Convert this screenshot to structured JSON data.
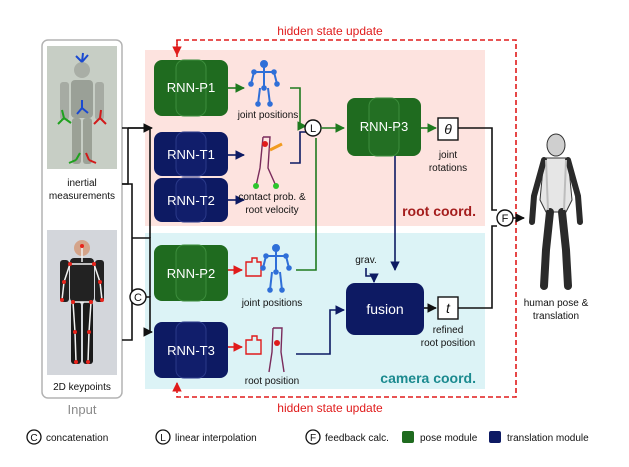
{
  "labels": {
    "hidden_top": "hidden state update",
    "hidden_bottom": "hidden state update",
    "input": "Input",
    "inertial_line1": "inertial",
    "inertial_line2": "measurements",
    "keypoints": "2D keypoints",
    "joint_positions_top": "joint positions",
    "contact_line1": "contact prob. &",
    "contact_line2": "root velocity",
    "joint_rotations_line1": "joint",
    "joint_rotations_line2": "rotations",
    "root_coord": "root coord.",
    "camera_coord": "camera coord.",
    "grav": "grav.",
    "joint_positions_bottom": "joint positions",
    "root_position": "root position",
    "refined_line1": "refined",
    "refined_line2": "root position",
    "output_line1": "human pose &",
    "output_line2": "translation",
    "theta": "θ",
    "t_symbol": "t",
    "op_c": "C",
    "op_l": "L",
    "op_f": "F"
  },
  "modules": {
    "p1": "RNN-P1",
    "t1": "RNN-T1",
    "t2": "RNN-T2",
    "p3": "RNN-P3",
    "p2": "RNN-P2",
    "t3": "RNN-T3",
    "fusion": "fusion"
  },
  "legend": {
    "c_letter": "C",
    "c_label": "concatenation",
    "l_letter": "L",
    "l_label": "linear interpolation",
    "f_letter": "F",
    "f_label": "feedback calc.",
    "pose_label": "pose module",
    "translation_label": "translation module"
  },
  "colors": {
    "pose_module": "#1f6b1f",
    "translation_module": "#0d1a63",
    "hidden_update": "#e01b1b",
    "root_coord_bg": "#fde3df",
    "camera_coord_bg": "#dcf3f6",
    "root_coord_text": "#a41d1d",
    "camera_coord_text": "#1b8a8f"
  }
}
